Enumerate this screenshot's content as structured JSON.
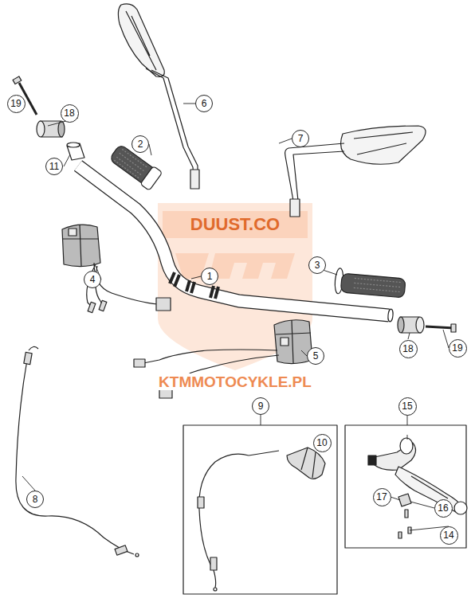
{
  "diagram": {
    "nodes": [
      {
        "text": [
          "19"
        ]
      },
      {
        "text": [
          "18"
        ]
      },
      {
        "text": [
          "6"
        ]
      },
      {
        "text": [
          "2"
        ]
      },
      {
        "text": [
          "11"
        ]
      },
      {
        "text": [
          "7"
        ]
      },
      {
        "text": [
          "1"
        ]
      },
      {
        "text": [
          "4"
        ]
      },
      {
        "text": [
          "3"
        ]
      },
      {
        "text": [
          "5"
        ]
      },
      {
        "text": [
          "18"
        ]
      },
      {
        "text": [
          "19"
        ]
      },
      {
        "text": [
          "9"
        ]
      },
      {
        "text": [
          "15"
        ]
      },
      {
        "text": [
          "10"
        ]
      },
      {
        "text": [
          "17"
        ]
      },
      {
        "text": [
          "16"
        ]
      },
      {
        "text": [
          "8"
        ]
      },
      {
        "text": [
          "14"
        ]
      }
    ],
    "labels": [
      "DUUST.CO",
      "KTMMOTOCYKLE.PL"
    ]
  }
}
